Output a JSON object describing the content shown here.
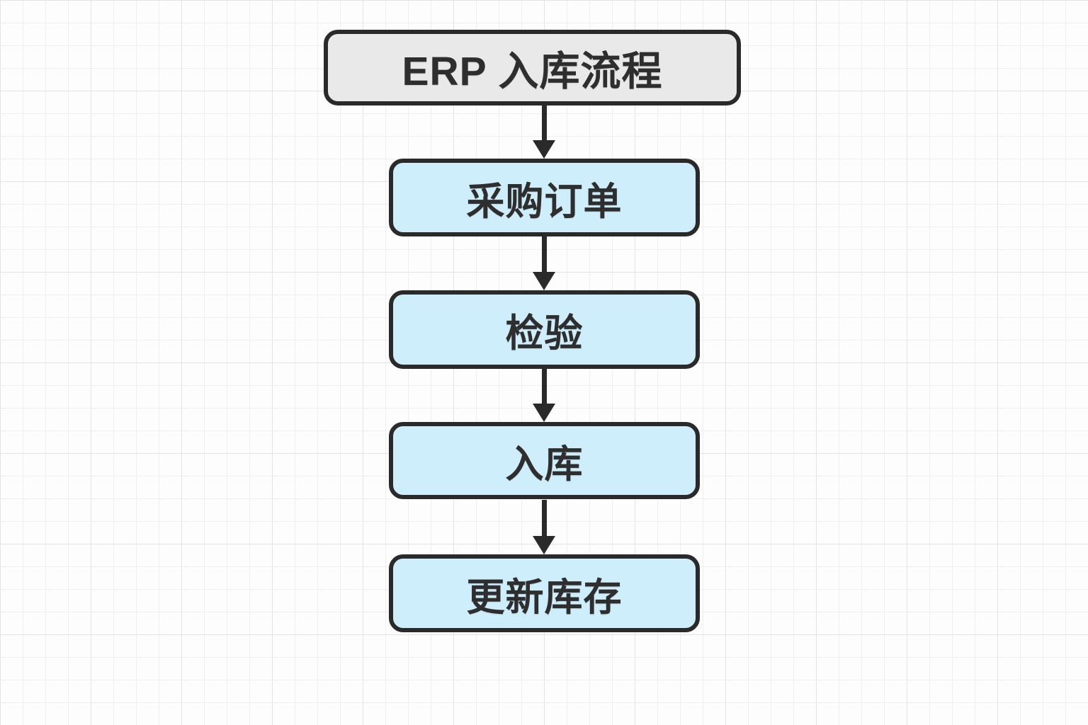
{
  "flowchart": {
    "title": "ERP 入库流程",
    "nodes": [
      {
        "id": "title",
        "type": "title",
        "label": "ERP 入库流程"
      },
      {
        "id": "purchase-order",
        "type": "step",
        "label": "采购订单"
      },
      {
        "id": "inspection",
        "type": "step",
        "label": "检验"
      },
      {
        "id": "warehousing",
        "type": "step",
        "label": "入库"
      },
      {
        "id": "update-inventory",
        "type": "step",
        "label": "更新库存"
      }
    ],
    "edges": [
      {
        "from": "title",
        "to": "purchase-order"
      },
      {
        "from": "purchase-order",
        "to": "inspection"
      },
      {
        "from": "inspection",
        "to": "warehousing"
      },
      {
        "from": "warehousing",
        "to": "update-inventory"
      }
    ]
  },
  "colors": {
    "background": "#fdfdfd",
    "grid_minor": "#efefef",
    "grid_major": "#e3e3e3",
    "stroke": "#2a2a2a",
    "title_fill": "#e9e9e9",
    "step_fill": "#cfeefb",
    "text": "#2e2e2e"
  }
}
